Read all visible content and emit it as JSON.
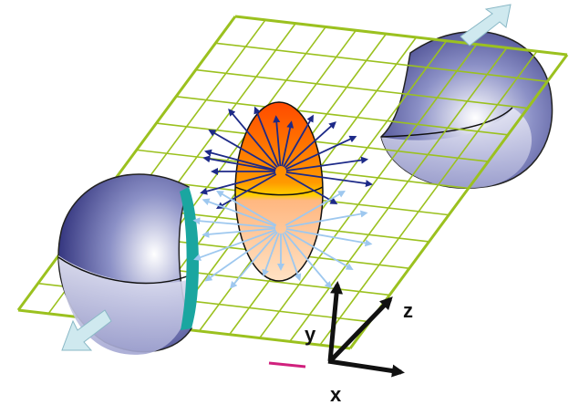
{
  "axes": {
    "x_label": "x",
    "y_label": "y",
    "z_label": "z"
  },
  "colors": {
    "grid": "#9bc11f",
    "sphere_dark": "#2e2f7a",
    "sphere_mid": "#8b90c6",
    "sphere_light": "#ffffff",
    "rim": "#1aa6a0",
    "ellipsoid_top": "#ff5a00",
    "ellipsoid_mid": "#ffc400",
    "ellipsoid_bottom": "#ffd7a8",
    "arrow_dark": "#1d2a88",
    "arrow_light": "#9ec8ef",
    "axis": "#111111",
    "big_arrow": "#cfe9ef"
  }
}
